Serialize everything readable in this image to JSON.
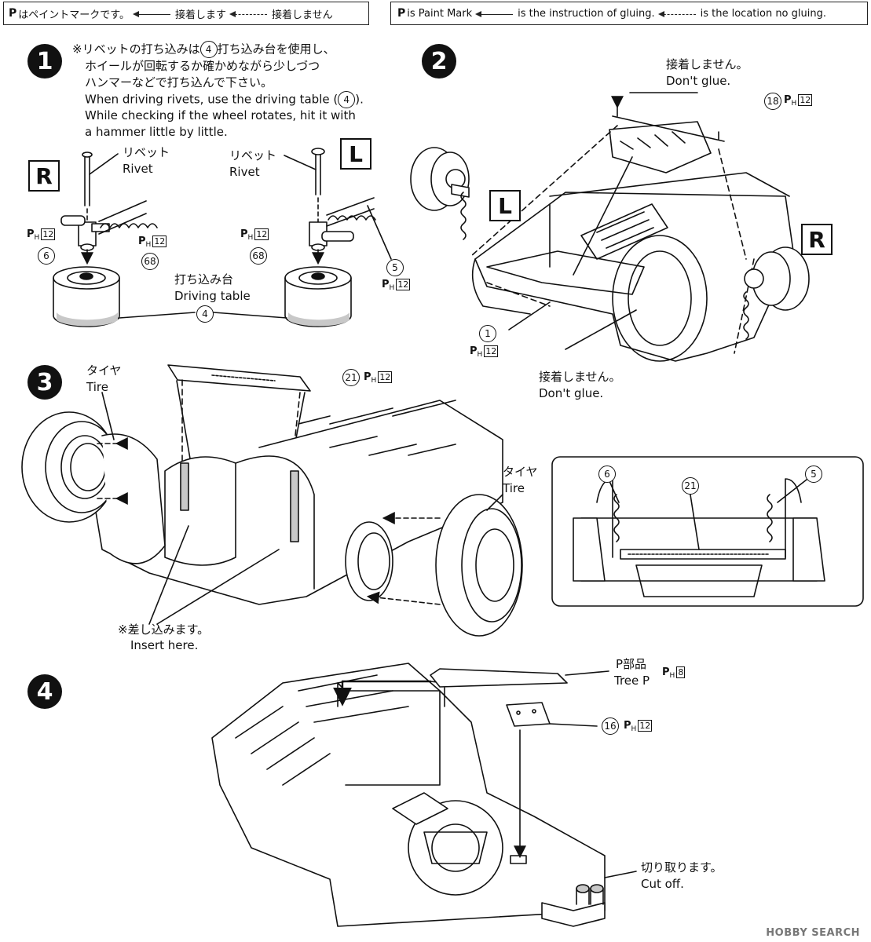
{
  "legend_jp": {
    "paint": "はペイントマークです。",
    "glue": "接着します",
    "noglue": "接着しません"
  },
  "legend_en": {
    "paint": "is Paint Mark",
    "glue": "is the instruction of gluing.",
    "noglue": "is the location no gluing."
  },
  "paint_symbol": "P",
  "paint_sub": "H",
  "steps": [
    "1",
    "2",
    "3",
    "4"
  ],
  "step1": {
    "note_jp_1": "※リベットの打ち込みは",
    "note_jp_1_part": "4",
    "note_jp_1_end": "打ち込み台を使用し、",
    "note_jp_2": "ホイールが回転するか確かめながら少しづつ",
    "note_jp_3": "ハンマーなどで打ち込んで下さい。",
    "note_en_1": "When driving rivets, use the driving table (",
    "note_en_1_part": "4",
    "note_en_1_end": ").",
    "note_en_2": "While checking if the wheel rotates, hit it with",
    "note_en_3": "a hammer little by little.",
    "left_side": "R",
    "right_side": "L",
    "rivet_jp": "リベット",
    "rivet_en": "Rivet",
    "table_jp": "打ち込み台",
    "table_en": "Driving table",
    "parts": [
      "6",
      "68",
      "68",
      "5",
      "4"
    ],
    "paint_color": "12"
  },
  "step2": {
    "noglue_jp": "接着しません。",
    "noglue_en": "Don't glue.",
    "part_top": "18",
    "part_bottom": "1",
    "left_side": "L",
    "right_side": "R",
    "paint_color": "12"
  },
  "step3": {
    "tire_jp": "タイヤ",
    "tire_en": "Tire",
    "part": "21",
    "paint_color": "12",
    "insert_jp": "※差し込みます。",
    "insert_en": "Insert here.",
    "detail_parts": [
      "6",
      "21",
      "5"
    ]
  },
  "step4": {
    "tree_jp": "P部品",
    "tree_en": "Tree P",
    "tree_paint": "8",
    "part": "16",
    "part_paint": "12",
    "cut_jp": "切り取ります。",
    "cut_en": "Cut off."
  },
  "watermark": "HOBBY SEARCH",
  "colors": {
    "line": "#111111",
    "shade": "#c8c8c8",
    "bg": "#ffffff"
  }
}
